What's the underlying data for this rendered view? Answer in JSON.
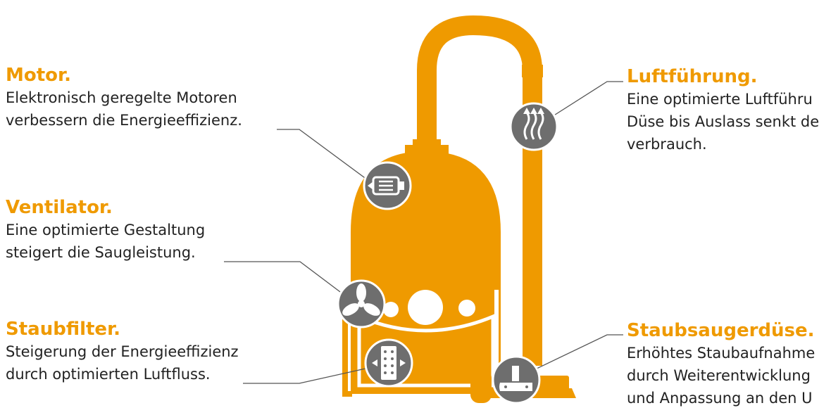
{
  "colors": {
    "accent": "#ef9a00",
    "icon_circle": "#6e6e6e",
    "leader_line": "#555555",
    "text": "#222222"
  },
  "callouts": {
    "motor": {
      "title": "Motor.",
      "lines": [
        "Elektronisch geregelte Motoren",
        "verbessern die Energieeffizienz."
      ],
      "icon": "motor-icon"
    },
    "ventilator": {
      "title": "Ventilator.",
      "lines": [
        "Eine optimierte Gestaltung",
        "steigert die Saugleistung."
      ],
      "icon": "fan-icon"
    },
    "staubfilter": {
      "title": "Staubfilter.",
      "lines": [
        "Steigerung der Energieeffizienz",
        "durch optimierten Luftfluss."
      ],
      "icon": "filter-icon"
    },
    "luftfuehrung": {
      "title": "Luftführung.",
      "lines": [
        "Eine optimierte Luftführu",
        "Düse bis Auslass senkt de",
        "verbrauch."
      ],
      "icon": "airflow-icon"
    },
    "duese": {
      "title": "Staubsaugerdüse.",
      "lines": [
        "Erhöhtes Staubaufnahme",
        "durch Weiterentwicklung",
        "und Anpassung an den U"
      ],
      "icon": "nozzle-icon"
    }
  }
}
